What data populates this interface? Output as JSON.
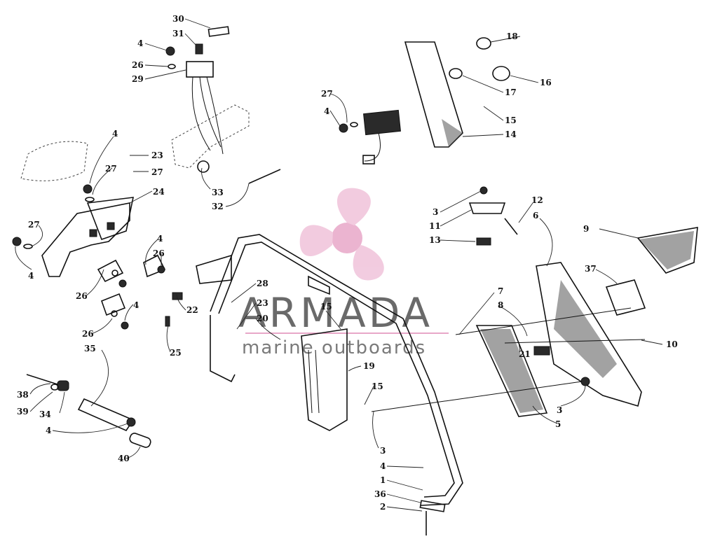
{
  "watermark": {
    "brand": "ARMADA",
    "tagline": "marine outboards",
    "logo_color": "#e8a7c8",
    "text_color": "#6a6a6a"
  },
  "callouts": [
    {
      "id": "c30",
      "text": "30"
    },
    {
      "id": "c31",
      "text": "31"
    },
    {
      "id": "c4a",
      "text": "4"
    },
    {
      "id": "c26a",
      "text": "26"
    },
    {
      "id": "c29",
      "text": "29"
    },
    {
      "id": "c18",
      "text": "18"
    },
    {
      "id": "c16",
      "text": "16"
    },
    {
      "id": "c17",
      "text": "17"
    },
    {
      "id": "c27a",
      "text": "27"
    },
    {
      "id": "c4b",
      "text": "4"
    },
    {
      "id": "c15a",
      "text": "15"
    },
    {
      "id": "c14",
      "text": "14"
    },
    {
      "id": "c4c",
      "text": "4"
    },
    {
      "id": "c23a",
      "text": "23"
    },
    {
      "id": "c27b",
      "text": "27"
    },
    {
      "id": "c27c",
      "text": "27"
    },
    {
      "id": "c24",
      "text": "24"
    },
    {
      "id": "c33",
      "text": "33"
    },
    {
      "id": "c32",
      "text": "32"
    },
    {
      "id": "c3a",
      "text": "3"
    },
    {
      "id": "c11",
      "text": "11"
    },
    {
      "id": "c13",
      "text": "13"
    },
    {
      "id": "c12",
      "text": "12"
    },
    {
      "id": "c6",
      "text": "6"
    },
    {
      "id": "c9",
      "text": "9"
    },
    {
      "id": "c27d",
      "text": "27"
    },
    {
      "id": "c4d",
      "text": "4"
    },
    {
      "id": "c4e",
      "text": "4"
    },
    {
      "id": "c26b",
      "text": "26"
    },
    {
      "id": "c37",
      "text": "37"
    },
    {
      "id": "c28",
      "text": "28"
    },
    {
      "id": "c7",
      "text": "7"
    },
    {
      "id": "c8",
      "text": "8"
    },
    {
      "id": "c26c",
      "text": "26"
    },
    {
      "id": "c4f",
      "text": "4"
    },
    {
      "id": "c22",
      "text": "22"
    },
    {
      "id": "c23b",
      "text": "23"
    },
    {
      "id": "c15b",
      "text": "15"
    },
    {
      "id": "c20",
      "text": "20"
    },
    {
      "id": "c26d",
      "text": "26"
    },
    {
      "id": "c10",
      "text": "10"
    },
    {
      "id": "c21",
      "text": "21"
    },
    {
      "id": "c25",
      "text": "25"
    },
    {
      "id": "c35",
      "text": "35"
    },
    {
      "id": "c19",
      "text": "19"
    },
    {
      "id": "c38",
      "text": "38"
    },
    {
      "id": "c39",
      "text": "39"
    },
    {
      "id": "c34",
      "text": "34"
    },
    {
      "id": "c15c",
      "text": "15"
    },
    {
      "id": "c3b",
      "text": "3"
    },
    {
      "id": "c5",
      "text": "5"
    },
    {
      "id": "c4g",
      "text": "4"
    },
    {
      "id": "c40",
      "text": "40"
    },
    {
      "id": "c3c",
      "text": "3"
    },
    {
      "id": "c4h",
      "text": "4"
    },
    {
      "id": "c1",
      "text": "1"
    },
    {
      "id": "c36",
      "text": "36"
    },
    {
      "id": "c2",
      "text": "2"
    }
  ]
}
